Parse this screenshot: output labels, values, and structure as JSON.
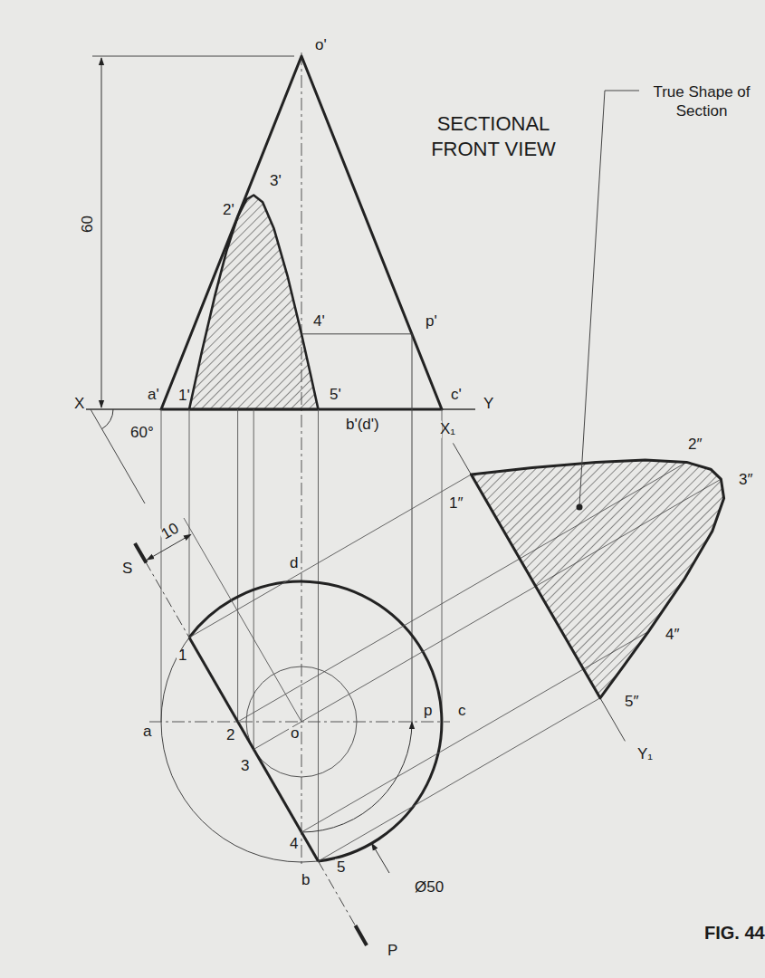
{
  "diagram": {
    "caption": "FIG. 44",
    "labels": [
      "o'",
      "SECTIONAL FRONT VIEW",
      "60",
      "2'",
      "3'",
      "True Shape of Section",
      "4'",
      "p'",
      "X",
      "a'",
      "1'",
      "5'",
      "c'",
      "Y",
      "b'(d')",
      "X₁",
      "60°",
      "2″",
      "1″",
      "3″",
      "10",
      "S",
      "d",
      "1",
      "a",
      "2",
      "o",
      "p",
      "c",
      "4″",
      "3",
      "5″",
      "Y₁",
      "4",
      "b",
      "5",
      "Ø50",
      "P"
    ]
  }
}
